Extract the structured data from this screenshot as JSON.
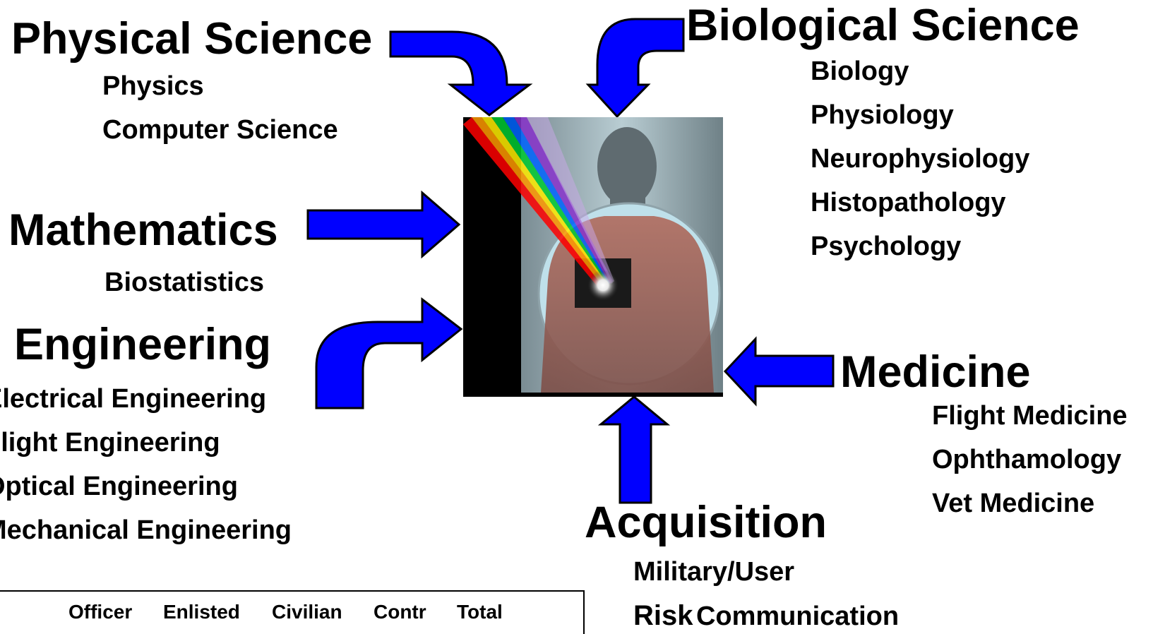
{
  "groups": {
    "physical_science": {
      "title": "Physical Science",
      "items": [
        "Physics",
        "Computer Science"
      ]
    },
    "biological_science": {
      "title": "Biological Science",
      "items": [
        "Biology",
        "Physiology",
        "Neurophysiology",
        "Histopathology",
        "Psychology"
      ]
    },
    "mathematics": {
      "title": "Mathematics",
      "items": [
        "Biostatistics"
      ]
    },
    "engineering": {
      "title": "Engineering",
      "items": [
        "Electrical Engineering",
        "Flight Engineering",
        "Optical Engineering",
        "Mechanical Engineering"
      ]
    },
    "medicine": {
      "title": "Medicine",
      "items": [
        "Flight Medicine",
        "Ophthamology",
        "Vet Medicine"
      ]
    },
    "acquisition": {
      "title": "Acquisition",
      "items": [
        "Military/User",
        "Risk",
        "Communication"
      ]
    }
  },
  "table": {
    "headers": [
      "Officer",
      "Enlisted",
      "Civilian",
      "Contr",
      "Total"
    ]
  },
  "colors": {
    "arrow_fill": "#0000ff",
    "arrow_stroke": "#000000",
    "text": "#000000"
  }
}
